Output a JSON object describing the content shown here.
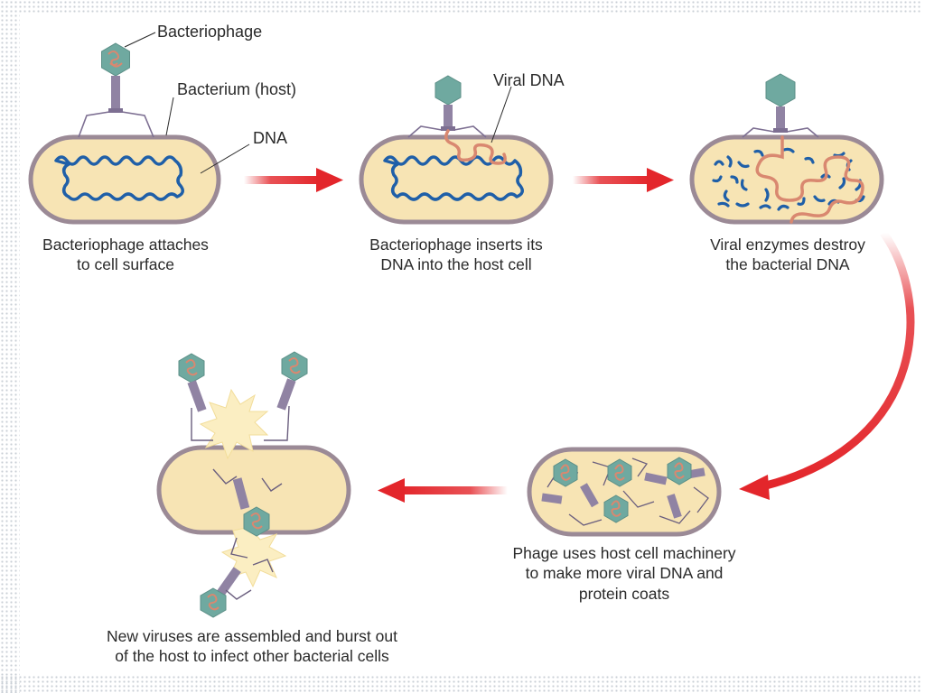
{
  "labels": {
    "bacteriophage": "Bacteriophage",
    "bacterium_host": "Bacterium (host)",
    "dna": "DNA",
    "viral_dna": "Viral DNA"
  },
  "steps": [
    {
      "lines": [
        "Bacteriophage attaches",
        "to cell surface"
      ]
    },
    {
      "lines": [
        "Bacteriophage inserts its",
        "DNA into the host cell"
      ]
    },
    {
      "lines": [
        "Viral enzymes destroy",
        "the bacterial DNA"
      ]
    },
    {
      "lines": [
        "Phage uses host cell machinery",
        "to make more viral DNA and",
        "protein coats"
      ]
    },
    {
      "lines": [
        "New viruses are assembled and burst out",
        "of the host to infect other bacterial cells"
      ]
    }
  ],
  "colors": {
    "cell_fill": "#f7e4b4",
    "cell_border": "#9b8a96",
    "bacterial_dna": "#1f5fa8",
    "viral_dna": "#d98870",
    "phage_head": "#6fa9a0",
    "phage_tail": "#9083a3",
    "arrow": "#e3262b",
    "burst": "#fbeec2"
  }
}
